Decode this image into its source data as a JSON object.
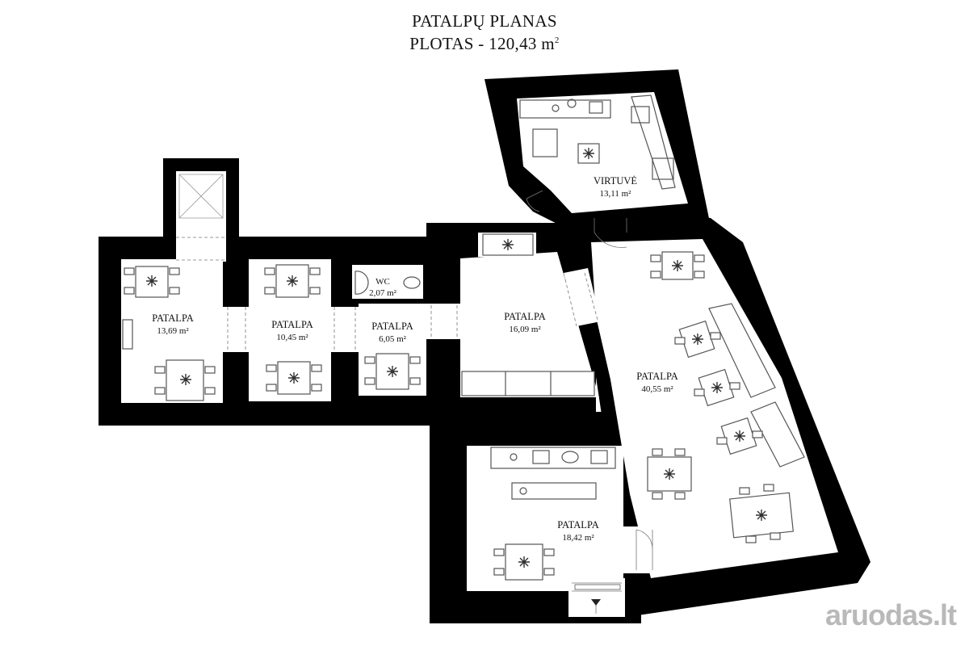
{
  "title": {
    "line1": "PATALPŲ PLANAS",
    "line2_prefix": "PLOTAS - 120,43 m",
    "line2_sup": "2"
  },
  "rooms": [
    {
      "id": "patalpa-1369",
      "name": "PATALPA",
      "area": "13,69 m²"
    },
    {
      "id": "patalpa-1045",
      "name": "PATALPA",
      "area": "10,45 m²"
    },
    {
      "id": "wc",
      "name": "WC",
      "area": "2,07 m²"
    },
    {
      "id": "patalpa-605",
      "name": "PATALPA",
      "area": "6,05 m²"
    },
    {
      "id": "patalpa-1609",
      "name": "PATALPA",
      "area": "16,09 m²"
    },
    {
      "id": "virtuve",
      "name": "VIRTUVĖ",
      "area": "13,11 m²"
    },
    {
      "id": "patalpa-4055",
      "name": "PATALPA",
      "area": "40,55 m²"
    },
    {
      "id": "patalpa-1842",
      "name": "PATALPA",
      "area": "18,42 m²"
    }
  ],
  "watermark": {
    "brand": "aruodas",
    "tld": ".lt"
  },
  "colors": {
    "wall": "#000000",
    "floor": "#ffffff",
    "furniture": "#555555",
    "watermark": "#b9b9b9"
  }
}
